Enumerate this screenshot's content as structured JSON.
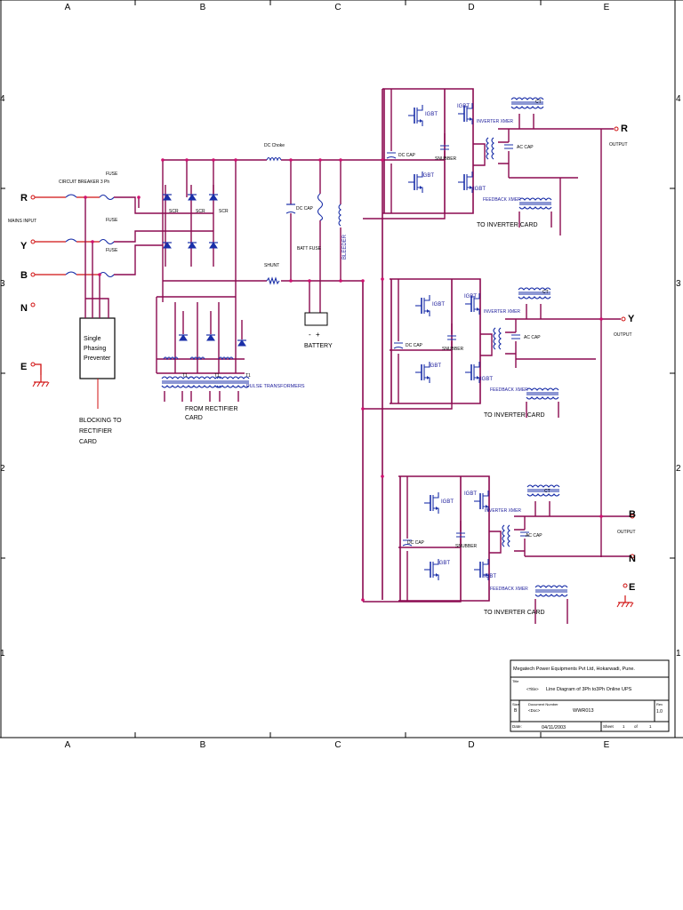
{
  "border": {
    "columns": [
      "A",
      "B",
      "C",
      "D",
      "E"
    ],
    "rows": [
      "4",
      "3",
      "2",
      "1"
    ]
  },
  "input": {
    "phase_r": "R",
    "phase_y": "Y",
    "phase_b": "B",
    "neutral": "N",
    "earth": "E",
    "mains_input": "MAINS INPUT",
    "circuit_breaker": "CIRCUIT BREAKER 3 Ph",
    "fuse": "FUSE"
  },
  "rectifier": {
    "scr": "SCR",
    "dc_choke": "DC Choke",
    "dc_cap": "DC CAP",
    "batt_fuse": "BATT FUSE",
    "bleeder": "BLEEDER",
    "shunt": "SHUNT",
    "battery": "BATTERY",
    "battery_minus": "-",
    "battery_plus": "+",
    "single_phasing": [
      "Single",
      "Phasing",
      "Preventer"
    ],
    "blocking": [
      "BLOCKING TO",
      "RECTIFIER",
      "CARD"
    ],
    "from_rectifier": [
      "FROM RECTIFIER",
      "CARD"
    ],
    "t1": "T1",
    "pulse_transformers": "PULSE TRANSFORMERS"
  },
  "inverters": [
    {
      "phase": "R",
      "output": "OUTPUT",
      "igbt": "IGBT",
      "dc_cap": "DC CAP",
      "snubber": "SNUBBER",
      "inverter_xmer": "INVERTER XMER",
      "ac_cap": "AC CAP",
      "ct": "CT",
      "feedback_xmer": "FEEDBACK XMER",
      "to_card": "TO INVERTER CARD"
    },
    {
      "phase": "Y",
      "output": "OUTPUT",
      "igbt": "IGBT",
      "dc_cap": "DC CAP",
      "snubber": "SNUBBER",
      "inverter_xmer": "INVERTER XMER",
      "ac_cap": "AC CAP",
      "ct": "CT",
      "feedback_xmer": "FEEDBACK XMER",
      "to_card": "TO INVERTER CARD"
    },
    {
      "phase": "B",
      "output": "OUTPUT",
      "igbt": "IGBT",
      "dc_cap": "DC CAP",
      "snubber": "SNUBBER",
      "inverter_xmer": "INVERTER XMER",
      "ac_cap": "AC CAP",
      "ct": "CT",
      "feedback_xmer": "FEEDBACK XMER",
      "to_card": "TO INVERTER CARD"
    }
  ],
  "output_neutral": "N",
  "output_earth": "E",
  "title_block": {
    "company": "Megatech Power Equipments Pvt Ltd, Hokarwadi, Pune.",
    "title_label": "Title",
    "title_tag": "<Title>",
    "title": "Line Diagram of 3Ph to3Ph Online UPS",
    "size_label": "Size",
    "size": "B",
    "docnum_label": "Document Number",
    "doc_tag": "<Doc>",
    "docnum": "WWR013",
    "rev_label": "Rev",
    "rev": "1.0",
    "date_label": "Date:",
    "date": "04/11/2003",
    "sheet_label": "Sheet",
    "sheet_num": "1",
    "sheet_of": "of",
    "sheet_total": "1"
  }
}
